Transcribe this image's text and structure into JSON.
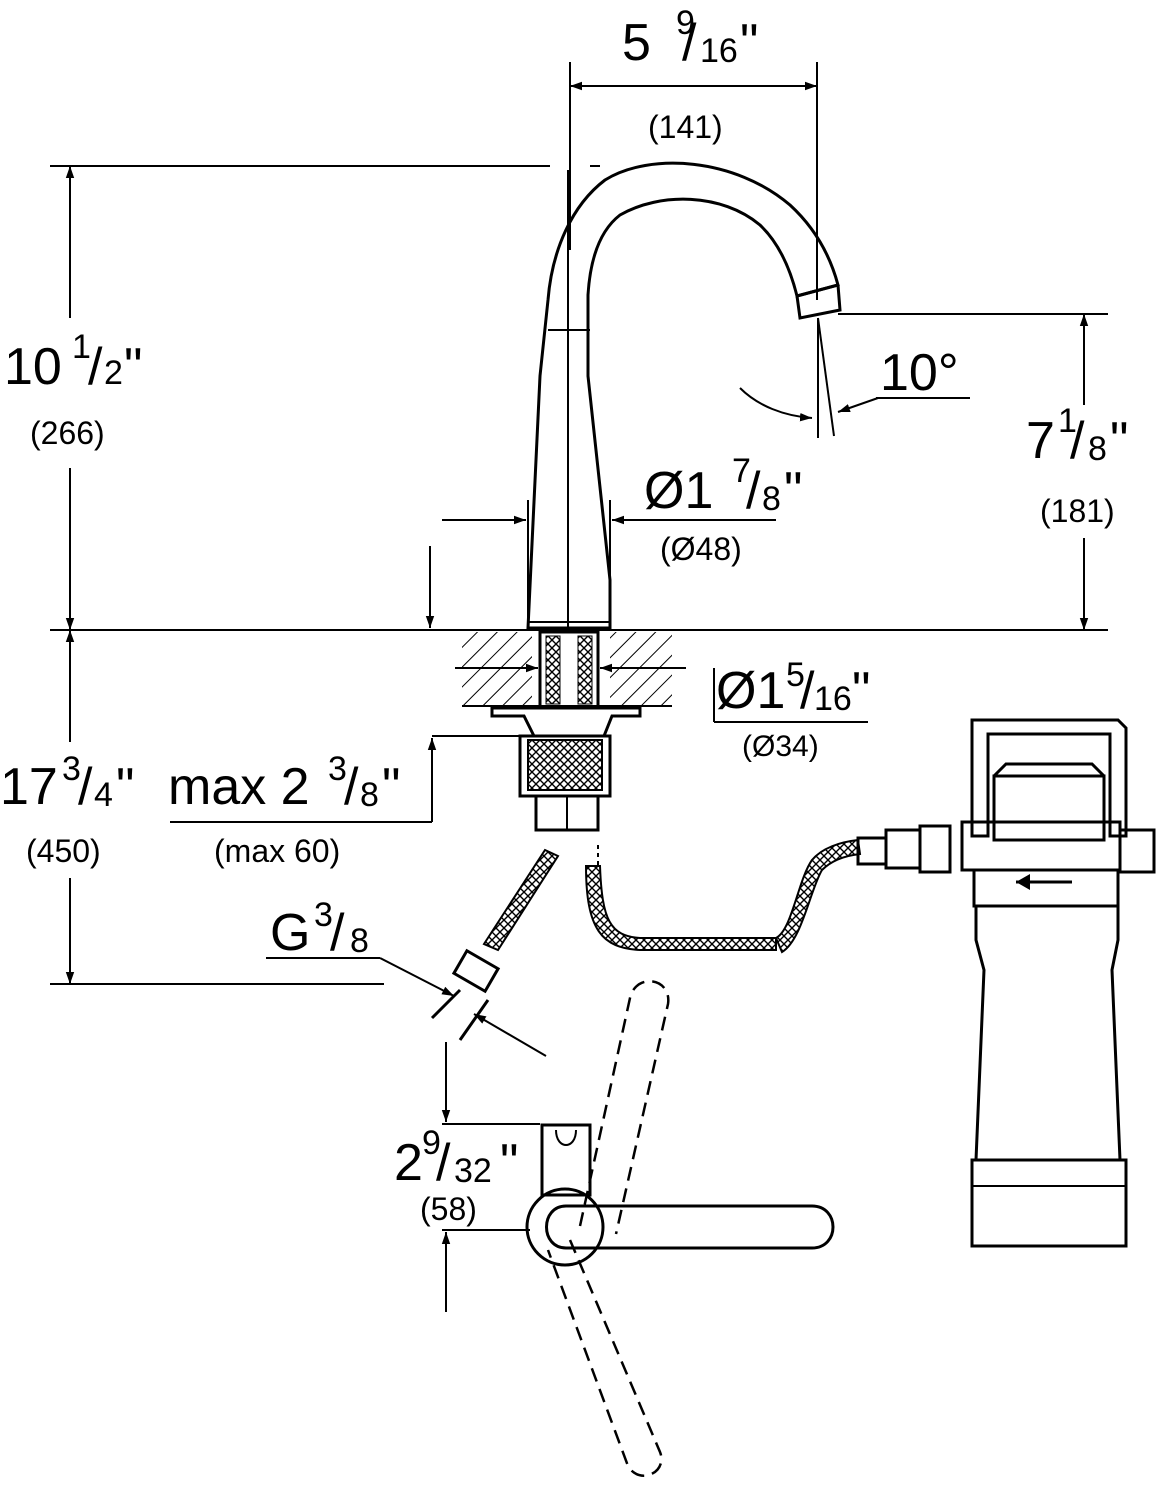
{
  "dimensions": {
    "spout_reach": {
      "whole": "5",
      "num": "9",
      "den": "16",
      "unit": "\"",
      "metric": "(141)"
    },
    "total_height": {
      "whole": "10",
      "num": "1",
      "den": "2",
      "unit": "\"",
      "metric": "(266)"
    },
    "spout_height": {
      "whole": "7",
      "num": "1",
      "den": "8",
      "unit": "\"",
      "metric": "(181)"
    },
    "spout_angle": {
      "text": "10°"
    },
    "body_diameter": {
      "prefix": "Ø1",
      "num": "7",
      "den": "8",
      "unit": "\"",
      "metric": "(Ø48)"
    },
    "hole_diameter": {
      "prefix": "Ø1",
      "num": "5",
      "den": "16",
      "unit": "\"",
      "metric": "(Ø34)"
    },
    "below_deck": {
      "whole": "17",
      "num": "3",
      "den": "4",
      "unit": "\"",
      "metric": "(450)"
    },
    "max_deck": {
      "prefix": "max 2",
      "num": "3",
      "den": "8",
      "unit": "\"",
      "metric": "(max 60)"
    },
    "connection": {
      "prefix": "G",
      "num": "3",
      "den": "8"
    },
    "handle_height": {
      "whole": "2",
      "num": "9",
      "den": "32",
      "unit": "\"",
      "metric": "(58)"
    }
  }
}
